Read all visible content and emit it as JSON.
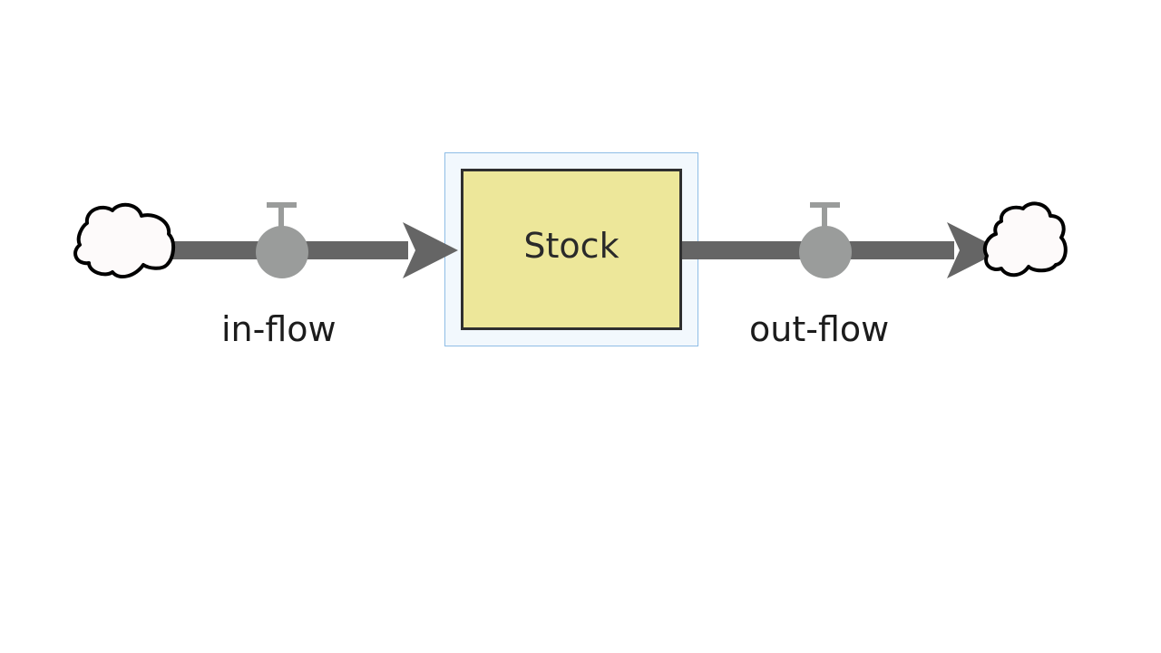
{
  "diagram": {
    "stock": {
      "label": "Stock"
    },
    "inflow": {
      "label": "in-flow"
    },
    "outflow": {
      "label": "out-flow"
    },
    "colors": {
      "pipe": "#656565",
      "valve": "#9a9c9b",
      "stock_fill": "#ede79a",
      "stock_border": "#2f2f2f",
      "selection_border": "#8fbde6",
      "selection_fill": "#f2f8fd",
      "cloud_fill": "#fdfafa",
      "cloud_stroke": "#000000"
    },
    "icons": {
      "source": "cloud-icon",
      "sink": "cloud-icon",
      "valve": "valve-icon"
    }
  }
}
